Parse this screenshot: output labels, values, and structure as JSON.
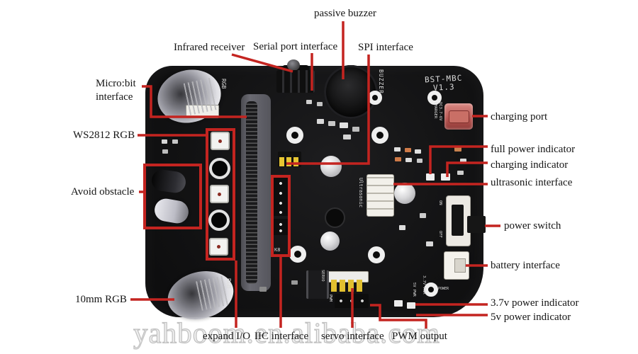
{
  "page": {
    "background": "#ffffff"
  },
  "colors": {
    "annotation_red": "#c42420",
    "board_black": "#141414",
    "silkscreen_white": "#e8e8e8"
  },
  "watermark": {
    "text": "yahboom.en.alibaba.com"
  },
  "labels": {
    "passive_buzzer": "passive buzzer",
    "infrared_receiver": "Infrared receiver",
    "serial_port": "Serial port interface",
    "spi": "SPI interface",
    "microbit": "Micro:bit\ninterface",
    "ws2812": "WS2812 RGB",
    "avoid_obstacle": "Avoid obstacle",
    "rgb_10mm": "10mm RGB",
    "charging_port": "charging port",
    "full_power_indicator": "full power indicator",
    "charging_indicator": "charging indicator",
    "ultrasonic_interface": "ultrasonic interface",
    "power_switch": "power switch",
    "battery_interface": "battery interface",
    "power_37v": "3.7v power indicator",
    "power_5v": "5v power indicator",
    "expand_io": "expand I/O",
    "iic_interface": "IIC interface",
    "servo_interface": "servo interface",
    "pwm_output": "PWM output"
  },
  "board": {
    "silkscreen": {
      "buzzer": "BUZZER",
      "model": "BST-MBC\nV1.3",
      "charger": "DC3.7-6V\nCHARGER",
      "ultrasonic": "Ultrasonic",
      "rgb_top": "RGB",
      "rgb_bottom": "RGB",
      "servo": "SERVO",
      "pwm": "PWM",
      "k8": "K8",
      "pwr_37": "3.7V PWR",
      "pwr_5": "5V PWR",
      "power": "POWER",
      "on": "ON",
      "off": "OFF"
    }
  }
}
